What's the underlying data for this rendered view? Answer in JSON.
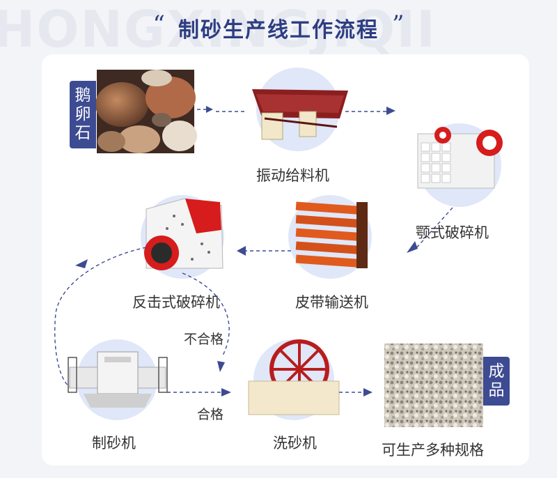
{
  "watermark": "HONGXINGJIQII",
  "title": "制砂生产线工作流程",
  "quote_open": "“",
  "quote_close": "”",
  "input": {
    "tag": "鹅卵石"
  },
  "machines": {
    "feeder": "振动给料机",
    "jaw": "颚式破碎机",
    "belt": "皮带输送机",
    "impact": "反击式破碎机",
    "sand_maker": "制砂机",
    "washer": "洗砂机",
    "product": "可生产多种规格"
  },
  "output": {
    "tag": "成品"
  },
  "branches": {
    "fail": "不合格",
    "pass": "合格"
  },
  "colors": {
    "accent": "#2d3d82",
    "arrow": "#3d4b92",
    "circle": "#dfe7f8"
  }
}
